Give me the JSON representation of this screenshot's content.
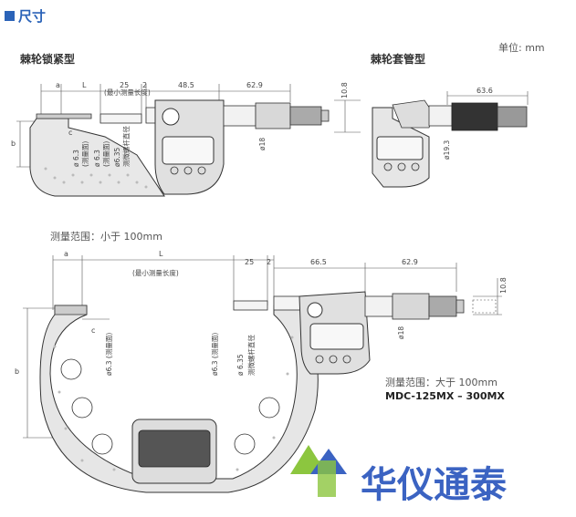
{
  "header": {
    "title": "尺寸",
    "unit": "单位: mm"
  },
  "section_top_left": {
    "title": "棘轮锁紧型",
    "dims": {
      "a": "a",
      "L": "L",
      "min_len": "(最小测量长度)",
      "d25": "25",
      "d2": "2",
      "d48_5": "48.5",
      "d62_9": "62.9",
      "d10_8": "10.8",
      "b": "b",
      "c": "c",
      "phi6_3a": "ø 6.3",
      "meas_face_a": "(测量面)",
      "phi6_3b": "ø 6.3",
      "meas_face_b": "(测量面)",
      "phi6_35": "ø6.35",
      "spindle_dia": "测微螺杆直径",
      "phi18": "ø18"
    },
    "range": "测量范围：小于 100mm"
  },
  "section_top_right": {
    "title": "棘轮套管型",
    "dims": {
      "d63_6": "63.6",
      "phi19_3": "ø19.3"
    }
  },
  "section_bottom": {
    "dims": {
      "a": "a",
      "L": "L",
      "min_len": "(最小测量长度)",
      "d25": "25",
      "d2": "2",
      "d66_5": "66.5",
      "d62_9": "62.9",
      "d10_8": "10.8",
      "b": "b",
      "c": "c",
      "phi6_3a": "ø6.3 (测量面)",
      "phi6_3b": "ø6.3 (测量面)",
      "phi6_35": "ø 6.35",
      "spindle_dia": "测微螺杆直径",
      "phi18": "ø18"
    },
    "range": "测量范围：大于 100mm",
    "model": "MDC-125MX – 300MX"
  },
  "watermark": {
    "text": "华仪通泰"
  },
  "colors": {
    "accent": "#2b63b8",
    "watermark_blue": "#3b63c2",
    "watermark_green": "#8cc63f"
  }
}
